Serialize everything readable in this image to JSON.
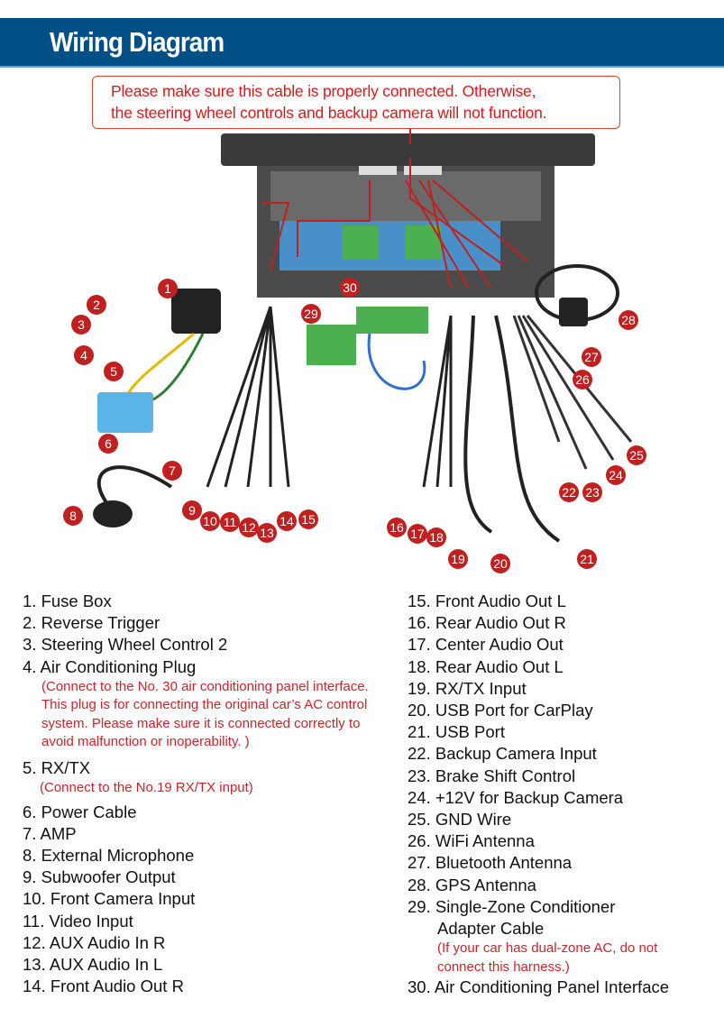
{
  "header": {
    "title": "Wiring Diagram",
    "color": "#004f86"
  },
  "notice": {
    "line1": "Please make sure this cable is properly connected. Otherwise,",
    "line2": "the steering wheel controls and backup camera will not function."
  },
  "callouts": [
    "1",
    "2",
    "3",
    "4",
    "5",
    "6",
    "7",
    "8",
    "9",
    "10",
    "11",
    "12",
    "13",
    "14",
    "15",
    "16",
    "17",
    "18",
    "19",
    "20",
    "21",
    "22",
    "23",
    "24",
    "25",
    "26",
    "27",
    "28",
    "29",
    "30"
  ],
  "callout_color": "#c0201f",
  "left_list": [
    {
      "text": "1. Fuse Box"
    },
    {
      "text": "2. Reverse Trigger"
    },
    {
      "text": "3. Steering Wheel Control 2"
    },
    {
      "text": "4. Air Conditioning Plug",
      "note": [
        "(Connect to the No. 30 air conditioning panel interface.",
        "This plug is for connecting the original car’s AC control",
        "system. Please make sure it is connected correctly to",
        "avoid malfunction or inoperability. )"
      ]
    },
    {
      "text": "5. RX/TX",
      "note": [
        "(Connect to the No.19 RX/TX input)"
      ]
    },
    {
      "text": "6. Power Cable"
    },
    {
      "text": "7. AMP"
    },
    {
      "text": "8. External Microphone"
    },
    {
      "text": "9. Subwoofer Output"
    },
    {
      "text": "10. Front Camera Input"
    },
    {
      "text": "11. Video Input"
    },
    {
      "text": "12. AUX Audio In R"
    },
    {
      "text": "13. AUX Audio In L"
    },
    {
      "text": "14. Front Audio Out R"
    }
  ],
  "right_list": [
    {
      "text": "15. Front Audio Out L"
    },
    {
      "text": "16. Rear Audio Out R"
    },
    {
      "text": "17. Center Audio Out"
    },
    {
      "text": "18. Rear Audio Out L"
    },
    {
      "text": "19. RX/TX Input"
    },
    {
      "text": "20. USB Port for CarPlay"
    },
    {
      "text": "21. USB Port"
    },
    {
      "text": "22. Backup Camera Input"
    },
    {
      "text": "23. Brake Shift Control"
    },
    {
      "text": "24. +12V for Backup Camera"
    },
    {
      "text": "25. GND Wire"
    },
    {
      "text": "26. WiFi Antenna"
    },
    {
      "text": "27. Bluetooth Antenna"
    },
    {
      "text": "28. GPS Antenna"
    },
    {
      "text": "29. Single-Zone Conditioner",
      "cont": "Adapter Cable",
      "note": [
        "(If your car has dual-zone AC, do not",
        "connect this harness.)"
      ]
    },
    {
      "text": "30. Air Conditioning Panel Interface"
    }
  ]
}
